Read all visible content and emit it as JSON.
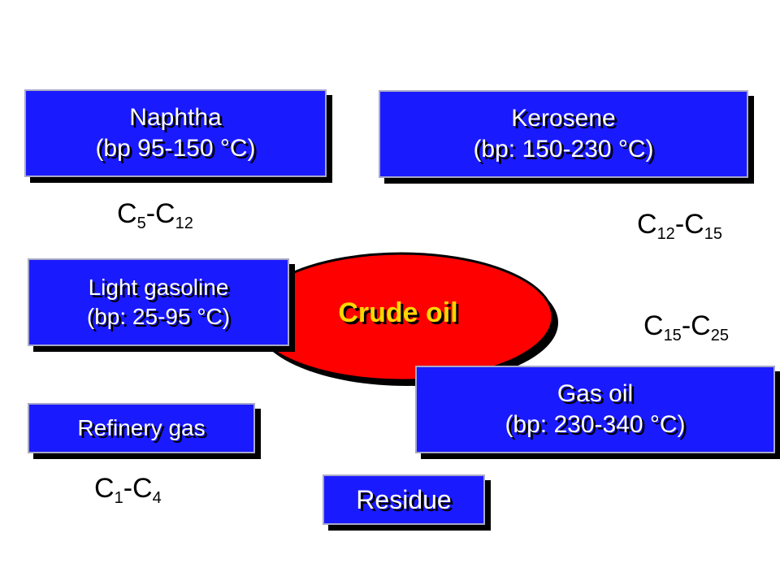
{
  "crude": {
    "label": "Crude oil",
    "fill": "#ff0000",
    "label_color": "#ffd700"
  },
  "box_color": "#1a1aff",
  "boxes": {
    "naphtha": {
      "line1": "Naphtha",
      "line2": "(bp 95-150 °C)"
    },
    "kerosene": {
      "line1": "Kerosene",
      "line2": "(bp:  150-230 °C)"
    },
    "light_gasoline": {
      "line1": "Light gasoline",
      "line2": "(bp: 25-95 °C)"
    },
    "refinery_gas": {
      "line1": "Refinery gas"
    },
    "gas_oil": {
      "line1": "Gas oil",
      "line2": "(bp:  230-340 °C)"
    },
    "residue": {
      "line1": "Residue"
    }
  },
  "formulas": {
    "c5_c12": {
      "a": "C",
      "a_sub": "5",
      "dash": "-",
      "b": "C",
      "b_sub": "12"
    },
    "c12_c15": {
      "a": "C",
      "a_sub": "12",
      "dash": "-",
      "b": "C",
      "b_sub": "15"
    },
    "c15_c25": {
      "a": "C",
      "a_sub": "15",
      "dash": "-",
      "b": "C",
      "b_sub": "25"
    },
    "c1_c4": {
      "a": "C",
      "a_sub": "1",
      "dash": "-",
      "b": "C",
      "b_sub": "4"
    }
  }
}
